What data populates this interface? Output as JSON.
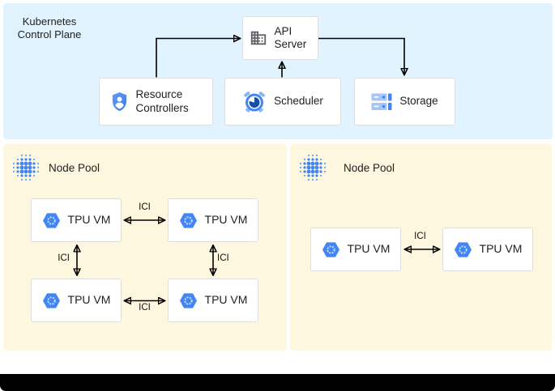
{
  "colors": {
    "control_plane_bg": "#E0F3FE",
    "node_pool_bg": "#FEF7E0",
    "accent_blue": "#4285F4",
    "light_blue": "#8AB4F8",
    "navy_blue": "#174EA6",
    "icon_gray": "#5F6368",
    "arrow": "#000000",
    "box_border": "#DEDEDE",
    "text": "#202124"
  },
  "control_plane": {
    "title": "Kubernetes Control Plane",
    "api_server": {
      "label": "API Server",
      "icon": "building-icon"
    },
    "resource_controllers": {
      "label": "Resource Controllers",
      "icon": "shield-user-icon"
    },
    "scheduler": {
      "label": "Scheduler",
      "icon": "alarm-clock-icon"
    },
    "storage": {
      "label": "Storage",
      "icon": "server-rack-icon"
    },
    "connections": [
      "resource-controllers to api-server",
      "scheduler to api-server",
      "api-server to storage"
    ]
  },
  "node_pools": [
    {
      "label": "Node Pool",
      "icon": "dot-cluster-icon",
      "vms": [
        {
          "label": "TPU VM",
          "icon": "tpu-hexagon-icon"
        },
        {
          "label": "TPU VM",
          "icon": "tpu-hexagon-icon"
        },
        {
          "label": "TPU VM",
          "icon": "tpu-hexagon-icon"
        },
        {
          "label": "TPU VM",
          "icon": "tpu-hexagon-icon"
        }
      ],
      "links": [
        {
          "label": "ICI",
          "between": "vm0-vm1"
        },
        {
          "label": "ICI",
          "between": "vm0-vm2"
        },
        {
          "label": "ICI",
          "between": "vm1-vm3"
        },
        {
          "label": "ICI",
          "between": "vm2-vm3"
        }
      ]
    },
    {
      "label": "Node Pool",
      "icon": "dot-cluster-icon",
      "vms": [
        {
          "label": "TPU VM",
          "icon": "tpu-hexagon-icon"
        },
        {
          "label": "TPU VM",
          "icon": "tpu-hexagon-icon"
        }
      ],
      "links": [
        {
          "label": "ICI",
          "between": "vm0-vm1"
        }
      ]
    }
  ]
}
